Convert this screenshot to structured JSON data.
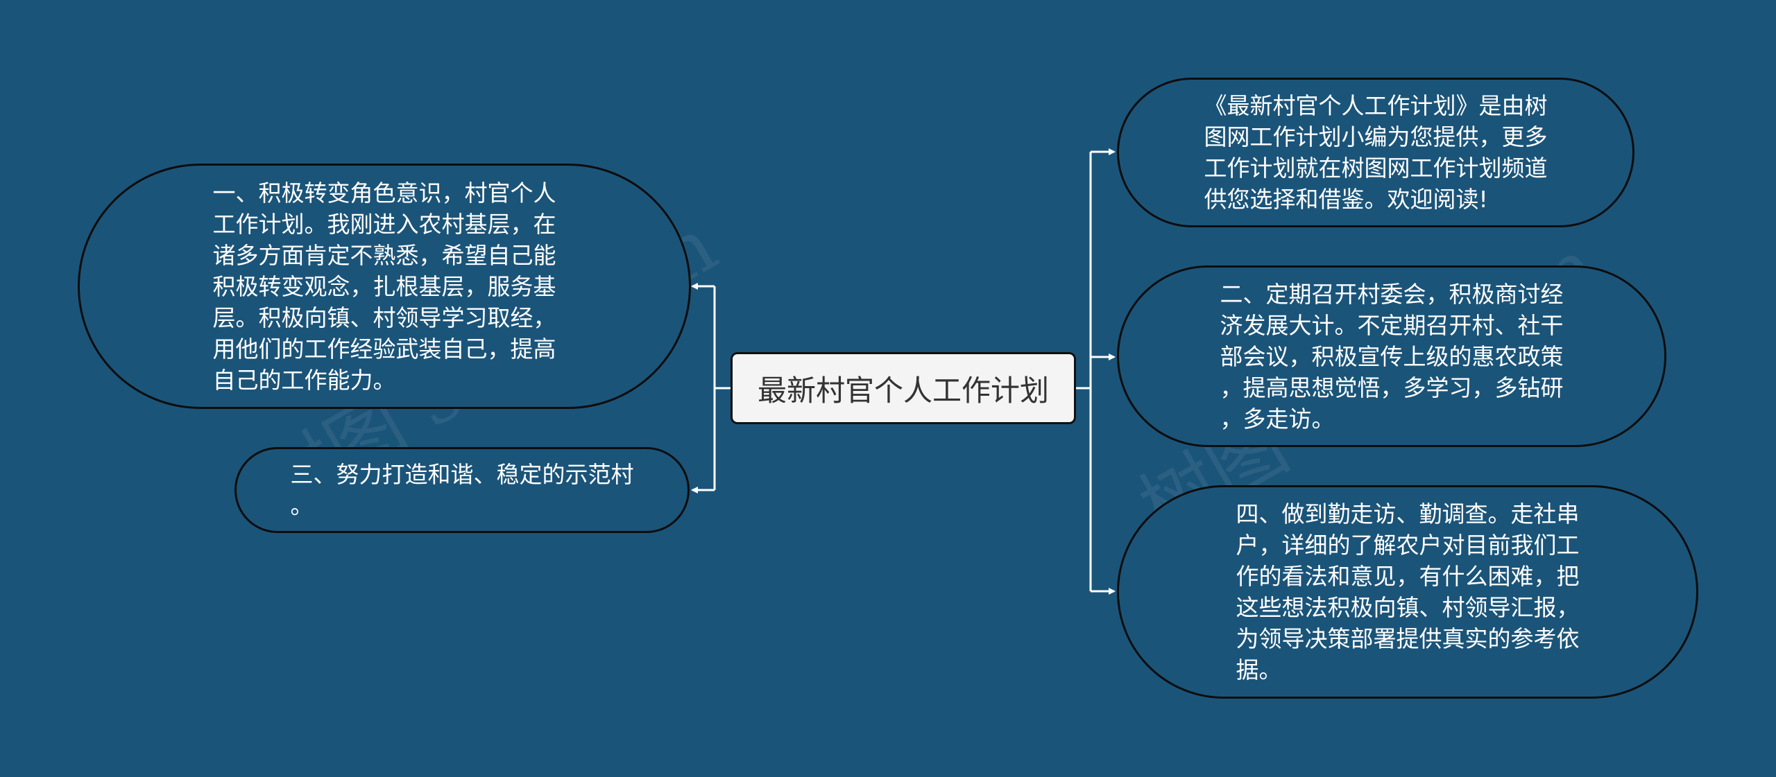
{
  "colors": {
    "background": "#1b5479",
    "node_border": "#0d0d0d",
    "root_fill": "#f4f4f4",
    "connector": "#ffffff"
  },
  "root": {
    "label": "最新村官个人工作计划"
  },
  "left_nodes": [
    {
      "text": "一、积极转变角色意识，村官个人\n工作计划。我刚进入农村基层，在\n诸多方面肯定不熟悉，希望自己能\n积极转变观念，扎根基层，服务基\n层。积极向镇、村领导学习取经，\n用他们的工作经验武装自己，提高\n自己的工作能力。"
    },
    {
      "text": "三、努力打造和谐、稳定的示范村\n。"
    }
  ],
  "right_nodes": [
    {
      "text": "《最新村官个人工作计划》是由树\n图网工作计划小编为您提供，更多\n工作计划就在树图网工作计划频道\n供您选择和借鉴。欢迎阅读!"
    },
    {
      "text": "二、定期召开村委会，积极商讨经\n济发展大计。不定期召开村、社干\n部会议，积极宣传上级的惠农政策\n，提高思想觉悟，多学习，多钻研\n，多走访。"
    },
    {
      "text": "四、做到勤走访、勤调查。走社串\n户，详细的了解农户对目前我们工\n作的看法和意见，有什么困难，把\n这些想法积极向镇、村领导汇报，\n为领导决策部署提供真实的参考依\n据。"
    }
  ]
}
